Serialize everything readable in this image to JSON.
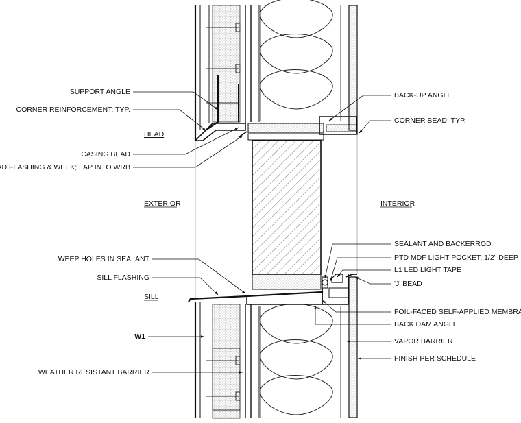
{
  "sections": {
    "head": "HEAD",
    "exterior": "EXTERIOR",
    "interior": "INTERIOR",
    "sill": "SILL"
  },
  "left_labels": {
    "support_angle": "SUPPORT ANGLE",
    "corner_reinforcement": "CORNER REINFORCEMENT; TYP.",
    "casing_bead": "CASING BEAD",
    "head_flashing": "HEAD FLASHING & WEEK; LAP INTO WRB",
    "weep_holes": "WEEP HOLES IN SEALANT",
    "sill_flashing": "SILL FLASHING",
    "wall_tag": "W1",
    "weather_barrier": "WEATHER RESISTANT BARRIER"
  },
  "right_labels": {
    "back_up_angle": "BACK-UP ANGLE",
    "corner_bead": "CORNER BEAD; TYP.",
    "sealant_backerrod": "SEALANT AND BACKERROD",
    "light_pocket": "PTD MDF LIGHT POCKET; 1/2\" DEEP",
    "led_tape": "L1 LED LIGHT TAPE",
    "j_bead": "'J' BEAD",
    "foil_membrane": "FOIL-FACED SELF-APPLIED MEMBRANE",
    "back_dam_angle": "BACK DAM ANGLE",
    "vapor_barrier": "VAPOR BARRIER",
    "finish": "FINISH PER SCHEDULE"
  }
}
